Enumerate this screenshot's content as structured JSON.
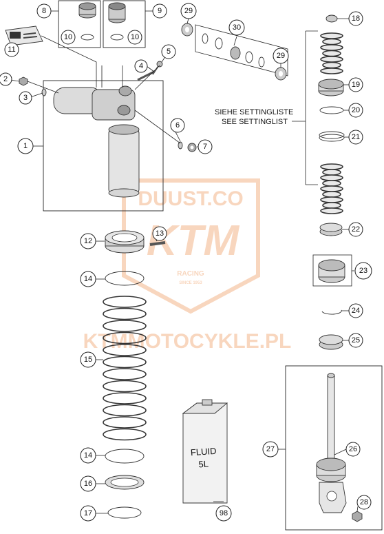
{
  "watermark": {
    "line1": "DUUST.CO",
    "brand": "KTM",
    "racing": "RACING",
    "since": "SINCE 1953",
    "site": "KTMMOTOCYKLE.PL",
    "color": "#f3b58a"
  },
  "settings_note": {
    "line1": "SIEHE SETTINGLISTE",
    "line2": "SEE SETTINGLIST"
  },
  "fluid_can": {
    "line1": "FLUID",
    "line2": "5L"
  },
  "callouts": [
    {
      "id": "c1",
      "label": "1"
    },
    {
      "id": "c2",
      "label": "2"
    },
    {
      "id": "c3",
      "label": "3"
    },
    {
      "id": "c4",
      "label": "4"
    },
    {
      "id": "c5",
      "label": "5"
    },
    {
      "id": "c6",
      "label": "6"
    },
    {
      "id": "c7",
      "label": "7"
    },
    {
      "id": "c8",
      "label": "8"
    },
    {
      "id": "c9",
      "label": "9"
    },
    {
      "id": "c10a",
      "label": "10"
    },
    {
      "id": "c10b",
      "label": "10"
    },
    {
      "id": "c11",
      "label": "11"
    },
    {
      "id": "c12",
      "label": "12"
    },
    {
      "id": "c13",
      "label": "13"
    },
    {
      "id": "c14a",
      "label": "14"
    },
    {
      "id": "c14b",
      "label": "14"
    },
    {
      "id": "c15",
      "label": "15"
    },
    {
      "id": "c16",
      "label": "16"
    },
    {
      "id": "c17",
      "label": "17"
    },
    {
      "id": "c18",
      "label": "18"
    },
    {
      "id": "c19",
      "label": "19"
    },
    {
      "id": "c20",
      "label": "20"
    },
    {
      "id": "c21",
      "label": "21"
    },
    {
      "id": "c22",
      "label": "22"
    },
    {
      "id": "c23",
      "label": "23"
    },
    {
      "id": "c24",
      "label": "24"
    },
    {
      "id": "c25",
      "label": "25"
    },
    {
      "id": "c26",
      "label": "26"
    },
    {
      "id": "c27",
      "label": "27"
    },
    {
      "id": "c28",
      "label": "28"
    },
    {
      "id": "c29a",
      "label": "29"
    },
    {
      "id": "c29b",
      "label": "29"
    },
    {
      "id": "c30",
      "label": "30"
    },
    {
      "id": "c98",
      "label": "98"
    }
  ]
}
